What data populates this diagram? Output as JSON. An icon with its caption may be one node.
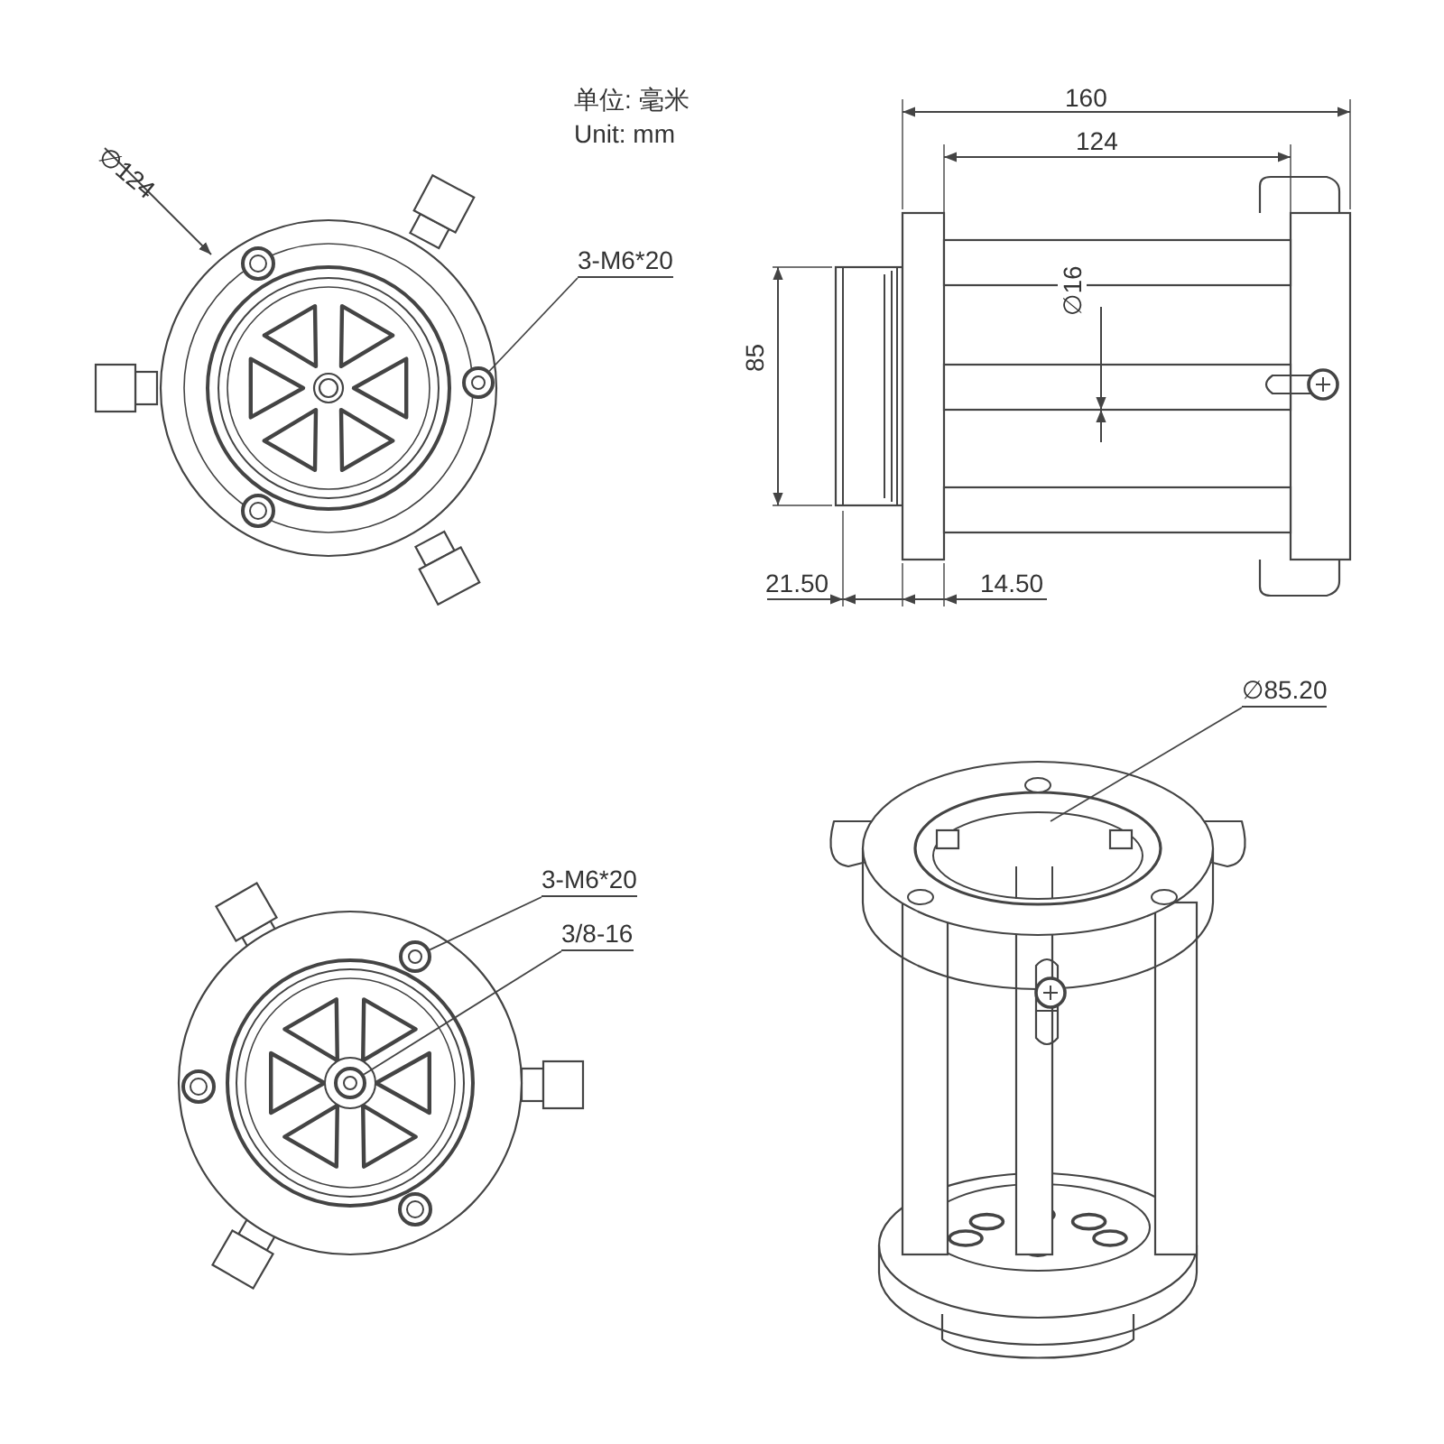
{
  "diagram": {
    "nodes": [
      {
        "text": [
          "3-M6*20"
        ]
      },
      {
        "text": [],
        "shape": "circle"
      },
      {
        "text": [
          "∅85.20"
        ]
      },
      {
        "text": [
          "3-M6*20"
        ]
      },
      {
        "text": [],
        "shape": "circle"
      },
      {
        "text": [
          "3/8-16"
        ]
      },
      {
        "text": [],
        "shape": "circle"
      }
    ],
    "edges": [
      {
        "from": 0,
        "to": 1,
        "arrow": "none"
      },
      {
        "from": 2,
        "to": null,
        "arrow": "none"
      },
      {
        "from": 3,
        "to": 4,
        "arrow": "none"
      },
      {
        "from": 5,
        "to": 6,
        "arrow": "none"
      }
    ],
    "labels": [
      "单位: 毫米",
      "Unit: mm",
      "∅124",
      "160",
      "124",
      "∅16",
      "85",
      "21.50",
      "14.50"
    ]
  }
}
